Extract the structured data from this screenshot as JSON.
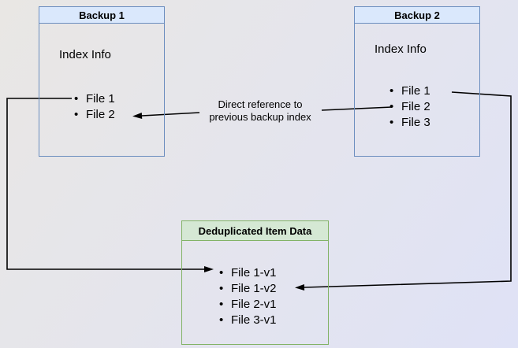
{
  "diagram": {
    "boxes": {
      "backup1": {
        "title": "Backup 1",
        "subtitle": "Index Info",
        "items": [
          "File 1",
          "File 2"
        ]
      },
      "backup2": {
        "title": "Backup 2",
        "subtitle": "Index Info",
        "items": [
          "File 1",
          "File 2",
          "File 3"
        ]
      },
      "dedup": {
        "title": "Deduplicated Item Data",
        "items": [
          "File 1-v1",
          "File 1-v2",
          "File 2-v1",
          "File 3-v1"
        ]
      }
    },
    "annotations": {
      "direct_reference": {
        "line1": "Direct reference to",
        "line2": "previous backup index"
      }
    },
    "colors": {
      "blue_fill": "#dae8fc",
      "blue_border": "#6c8ebf",
      "green_fill": "#d5e8d4",
      "green_border": "#82b366",
      "edge": "#000000"
    }
  }
}
